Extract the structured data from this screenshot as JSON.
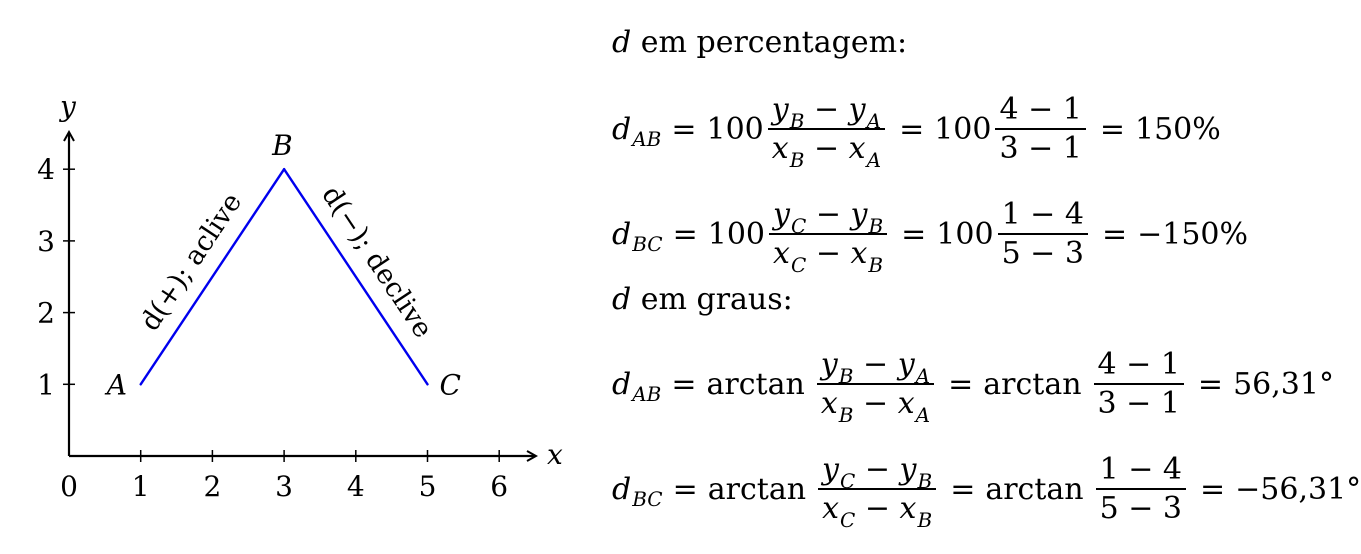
{
  "diagram": {
    "axes": {
      "x_label": "x",
      "y_label": "y",
      "x_ticks": [
        "0",
        "1",
        "2",
        "3",
        "4",
        "5",
        "6"
      ],
      "y_ticks": [
        "1",
        "2",
        "3",
        "4"
      ],
      "x_range": [
        0,
        6
      ],
      "y_range": [
        0,
        4
      ]
    },
    "points": [
      {
        "name": "A",
        "x": 1,
        "y": 1
      },
      {
        "name": "B",
        "x": 3,
        "y": 4
      },
      {
        "name": "C",
        "x": 5,
        "y": 1
      }
    ],
    "segments": [
      {
        "from": "A",
        "to": "B",
        "label": "d(+); aclive"
      },
      {
        "from": "B",
        "to": "C",
        "label": "d(−); declive"
      }
    ],
    "line_color": "#0000ee"
  },
  "equations": {
    "heading_pct_var": "d",
    "heading_pct_text": "em percentagem:",
    "heading_deg_var": "d",
    "heading_deg_text": "em graus:",
    "d": "d",
    "sub_ab": "AB",
    "sub_bc": "BC",
    "y": "y",
    "x": "x",
    "sub_a": "A",
    "sub_b": "B",
    "sub_c": "C",
    "factor": "100",
    "arctan": "arctan",
    "eq": "=",
    "minus": "−",
    "ab_num": "4 − 1",
    "ab_den": "3 − 1",
    "bc_num": "1 − 4",
    "bc_den": "5 − 3",
    "pct_ab_result": "150%",
    "pct_bc_result": "−150%",
    "deg_ab_result": "56,31°",
    "deg_bc_result": "−56,31°"
  }
}
